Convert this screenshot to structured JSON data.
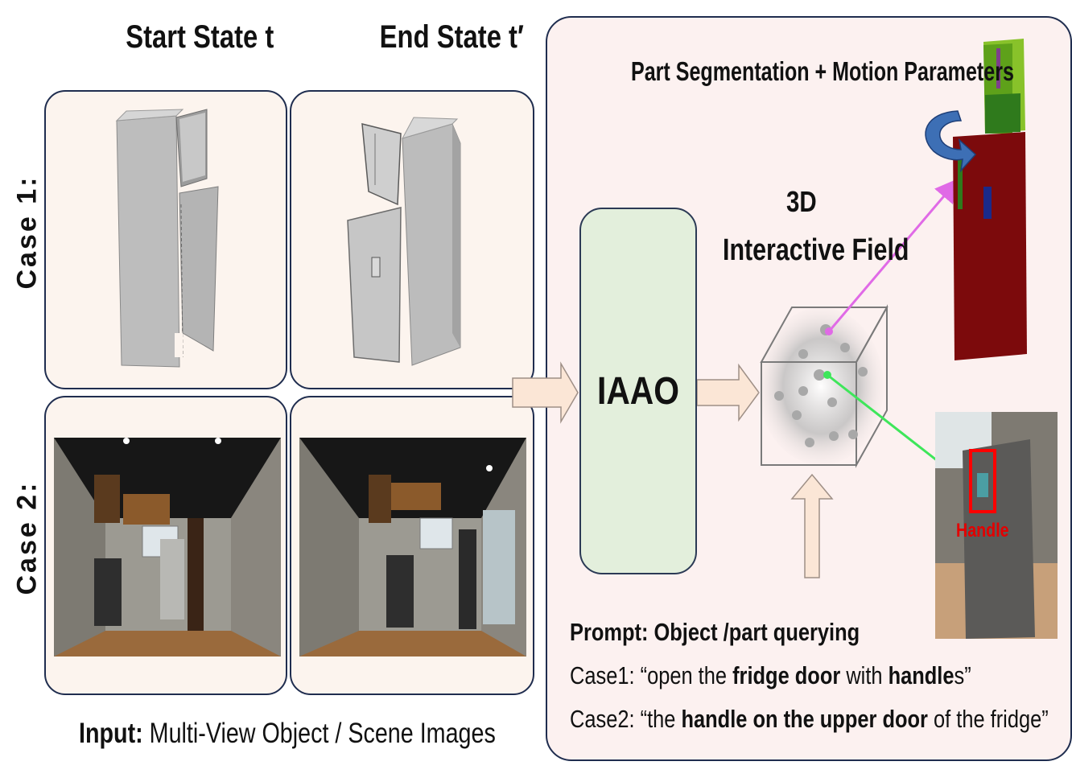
{
  "headers": {
    "start_state": "Start State t",
    "end_state": "End State t′"
  },
  "row_labels": {
    "case1": "Case 1:",
    "case2": "Case 2:"
  },
  "model": {
    "name": "IAAO"
  },
  "field": {
    "line1": "3D",
    "line2": "Interactive Field"
  },
  "output": {
    "title": "Part Segmentation + Motion Parameters",
    "handle_label": "Handle"
  },
  "prompt": {
    "title": "Prompt: Object /part querying",
    "case1_prefix": "Case1: “open the ",
    "case1_bold1": "fridge door",
    "case1_mid": " with ",
    "case1_bold2": "handle",
    "case1_suffix": "s”",
    "case2_prefix": "Case2: “the ",
    "case2_bold": "handle on the upper door",
    "case2_suffix": " of the fridge”"
  },
  "caption": {
    "bold": "Input:",
    "rest": " Multi-View Object / Scene Images"
  },
  "colors": {
    "panel_border": "#1f2d4f",
    "panel_fill": "#fcf4ee",
    "big_panel_fill": "#fcf1f0",
    "iaao_fill": "#e3efdc",
    "arrow_fill": "#fbe6d6",
    "magenta_arrow": "#e06ae6",
    "green_arrow": "#3ee65a",
    "fridge_red": "#7c0a0c",
    "door_green": "#88c22a",
    "motion_blue": "#3d6fb5"
  }
}
